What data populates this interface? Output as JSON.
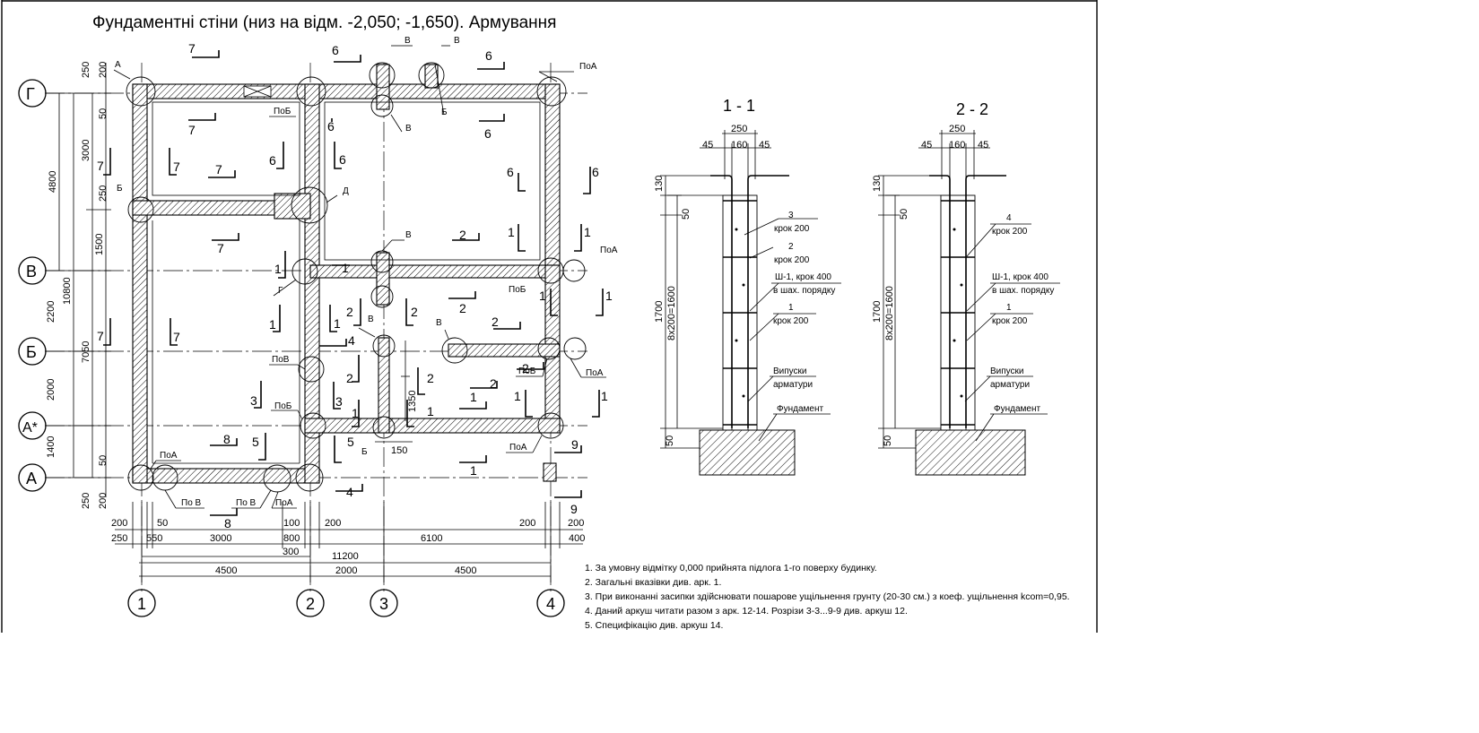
{
  "title": "Фундаментні стіни (низ на відм. -2,050; -1,650). Армування",
  "plan": {
    "axes_rows": [
      "Г",
      "В",
      "Б",
      "А*",
      "А"
    ],
    "axes_cols": [
      "1",
      "2",
      "3",
      "4"
    ],
    "dims_left_outer": [
      "4800",
      "10800"
    ],
    "dims_left_mid": [
      "3000",
      "1500",
      "2200",
      "2000",
      "1400",
      "7050"
    ],
    "dims_left_small": [
      "250",
      "200",
      "50",
      "250",
      "50",
      "250",
      "200"
    ],
    "dims_bottom_r1": [
      "200",
      "50",
      "100",
      "200",
      "200",
      "200"
    ],
    "dims_bottom_r2": [
      "250",
      "550",
      "3000",
      "800",
      "6100",
      "400"
    ],
    "dims_bottom_r2b": [
      "300"
    ],
    "dims_bottom_total": "11200",
    "dims_bottom_axes": [
      "4500",
      "2000",
      "4500"
    ],
    "dim_small": [
      "150",
      "1350"
    ],
    "nodes": [
      "А",
      "ПоА",
      "ПоБ",
      "В",
      "Б",
      "Д",
      "Г",
      "ПоВ",
      "По В"
    ],
    "cuts": [
      "1",
      "2",
      "3",
      "4",
      "5",
      "6",
      "7",
      "8",
      "9"
    ]
  },
  "sections": [
    {
      "title": "1 - 1",
      "dims_top": [
        "250",
        "45",
        "160",
        "45"
      ],
      "dims_side": [
        "130",
        "50",
        "1700",
        "8х200=1600",
        "50"
      ],
      "labels": [
        [
          "3",
          "крок 200"
        ],
        [
          "2",
          "крок 200"
        ],
        [
          "Ш-1, крок 400",
          "в шах. порядку"
        ],
        [
          "1",
          "крок 200"
        ],
        [
          "Випуски",
          "арматури"
        ],
        [
          "Фундамент"
        ]
      ]
    },
    {
      "title": "2 - 2",
      "dims_top": [
        "250",
        "45",
        "160",
        "45"
      ],
      "dims_side": [
        "130",
        "50",
        "1700",
        "8х200=1600",
        "50"
      ],
      "labels": [
        [
          "4",
          "крок 200"
        ],
        [
          "Ш-1, крок 400",
          "в шах. порядку"
        ],
        [
          "1",
          "крок 200"
        ],
        [
          "Випуски",
          "арматури"
        ],
        [
          "Фундамент"
        ]
      ]
    }
  ],
  "notes": [
    "1. За умовну відмітку 0,000 прийнята підлога 1-го поверху будинку.",
    "2. Загальні вказівки див. арк. 1.",
    "3. При виконанні засипки здійснювати пошарове ущільнення грунту (20-30 см.) з коеф. ущільнення kсom=0,95.",
    "4. Даний аркуш читати разом з арк. 12-14. Розрізи 3-3...9-9 див. аркуш 12.",
    "5. Специфікацію див. аркуш 14."
  ]
}
